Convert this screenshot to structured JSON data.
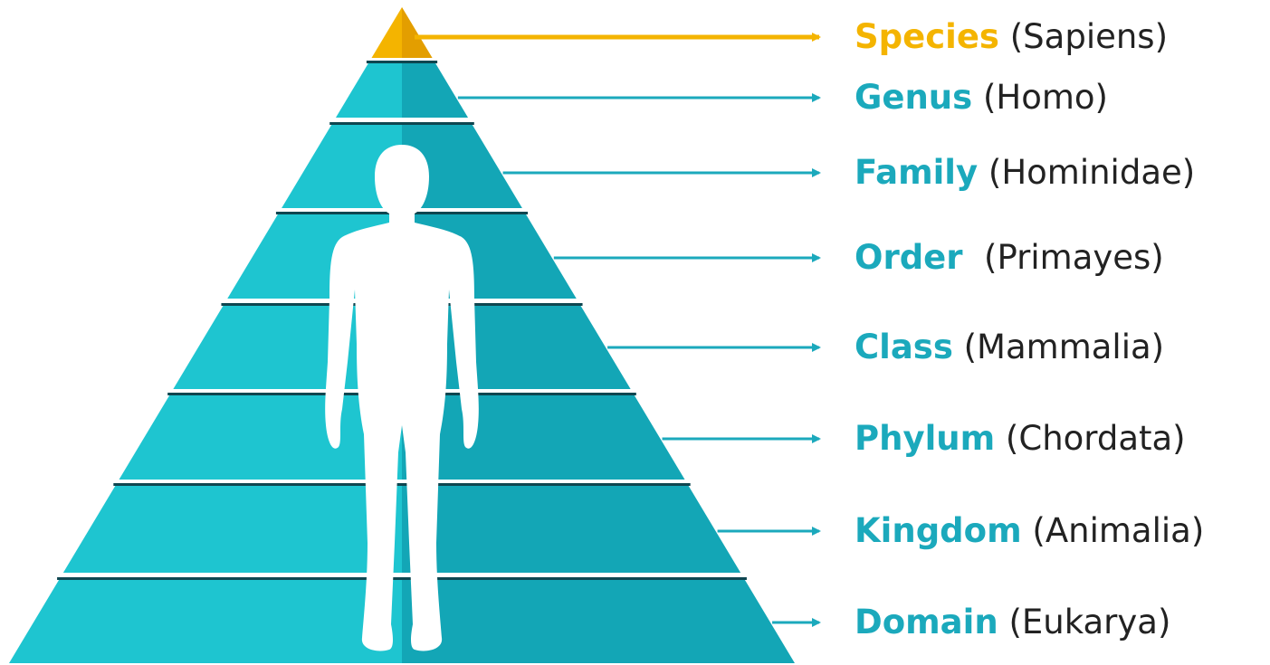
{
  "colors": {
    "apex": "#F4B400",
    "tier_light": "#1EC5D0",
    "tier_dark": "#13A6B6",
    "separator": "#0E4650",
    "rank_accent": "#1BA9BC",
    "species_accent": "#F4B400",
    "text": "#222222"
  },
  "figure_icon": "human-silhouette-icon",
  "levels": [
    {
      "rank": "Species",
      "name": "(Sapiens)",
      "accent": "species"
    },
    {
      "rank": "Genus",
      "name": "(Homo)",
      "accent": "rank"
    },
    {
      "rank": "Family",
      "name": "(Hominidae)",
      "accent": "rank"
    },
    {
      "rank": "Order",
      "name": " (Primayes)",
      "accent": "rank"
    },
    {
      "rank": "Class",
      "name": "(Mammalia)",
      "accent": "rank"
    },
    {
      "rank": "Phylum",
      "name": "(Chordata)",
      "accent": "rank"
    },
    {
      "rank": "Kingdom",
      "name": "(Animalia)",
      "accent": "rank"
    },
    {
      "rank": "Domain",
      "name": "(Eukarya)",
      "accent": "rank"
    }
  ]
}
